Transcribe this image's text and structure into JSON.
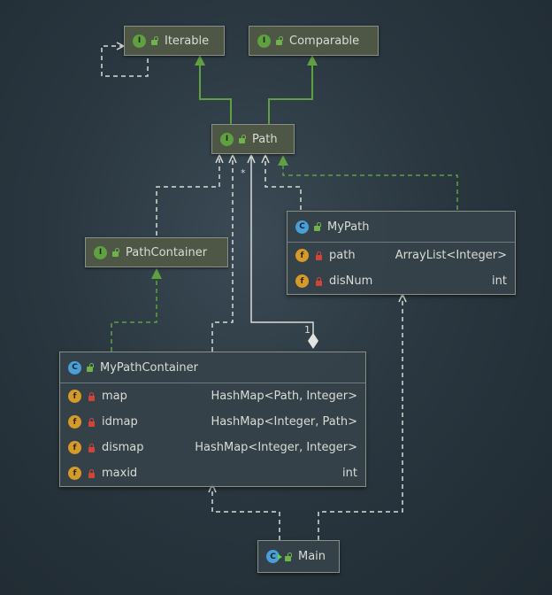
{
  "nodes": {
    "iterable": {
      "name": "Iterable",
      "kind": "I",
      "kind_name": "interface"
    },
    "comparable": {
      "name": "Comparable",
      "kind": "I",
      "kind_name": "interface"
    },
    "path": {
      "name": "Path",
      "kind": "I",
      "kind_name": "interface"
    },
    "path_container": {
      "name": "PathContainer",
      "kind": "I",
      "kind_name": "interface"
    },
    "my_path": {
      "name": "MyPath",
      "kind": "C",
      "kind_name": "class",
      "fields": [
        {
          "name": "path",
          "type": "ArrayList<Integer>"
        },
        {
          "name": "disNum",
          "type": "int"
        }
      ]
    },
    "my_path_container": {
      "name": "MyPathContainer",
      "kind": "C",
      "kind_name": "class",
      "fields": [
        {
          "name": "map",
          "type": "HashMap<Path, Integer>"
        },
        {
          "name": "idmap",
          "type": "HashMap<Integer, Path>"
        },
        {
          "name": "dismap",
          "type": "HashMap<Integer, Integer>"
        },
        {
          "name": "maxid",
          "type": "int"
        }
      ]
    },
    "main": {
      "name": "Main",
      "kind": "C",
      "kind_name": "main-class"
    }
  },
  "field_kind": "f",
  "multiplicity": {
    "star": "*",
    "one": "1"
  },
  "colors": {
    "extends_arrow": "#5fa140",
    "implements_arrow": "#5fa140",
    "dependency_arrow": "#d8dcd6",
    "interface_fill": "#4e5645",
    "class_fill": "#36424a"
  }
}
